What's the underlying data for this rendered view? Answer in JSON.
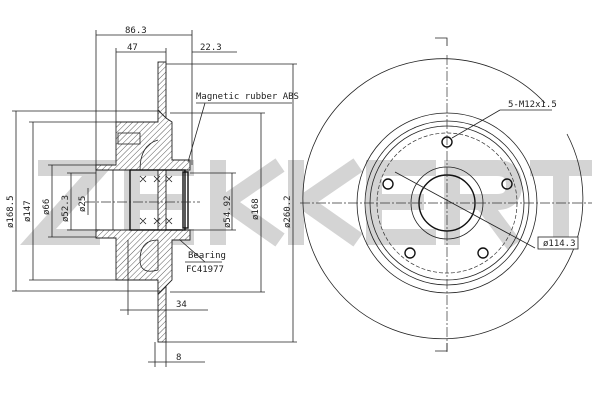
{
  "watermark": "ZEKKERT",
  "section_view": {
    "dims": {
      "overall_width": "86.3",
      "hub_width": "47",
      "offset": "22.3",
      "flange_offset": "34",
      "disc_thickness": "8",
      "d_168_5": "ø168.5",
      "d_147": "ø147",
      "d_66": "ø66",
      "d_52_3": "ø52.3",
      "d_25": "ø25",
      "d_54_92": "ø54.92",
      "d_168": "ø168",
      "d_260_2": "ø260.2"
    },
    "callouts": {
      "abs": "Magnetic rubber ABS",
      "bearing": "Bearing",
      "bearing_code": "FC41977"
    }
  },
  "front_view": {
    "thread_callout": "5-M12x1.5",
    "pcd": "ø114.3"
  }
}
